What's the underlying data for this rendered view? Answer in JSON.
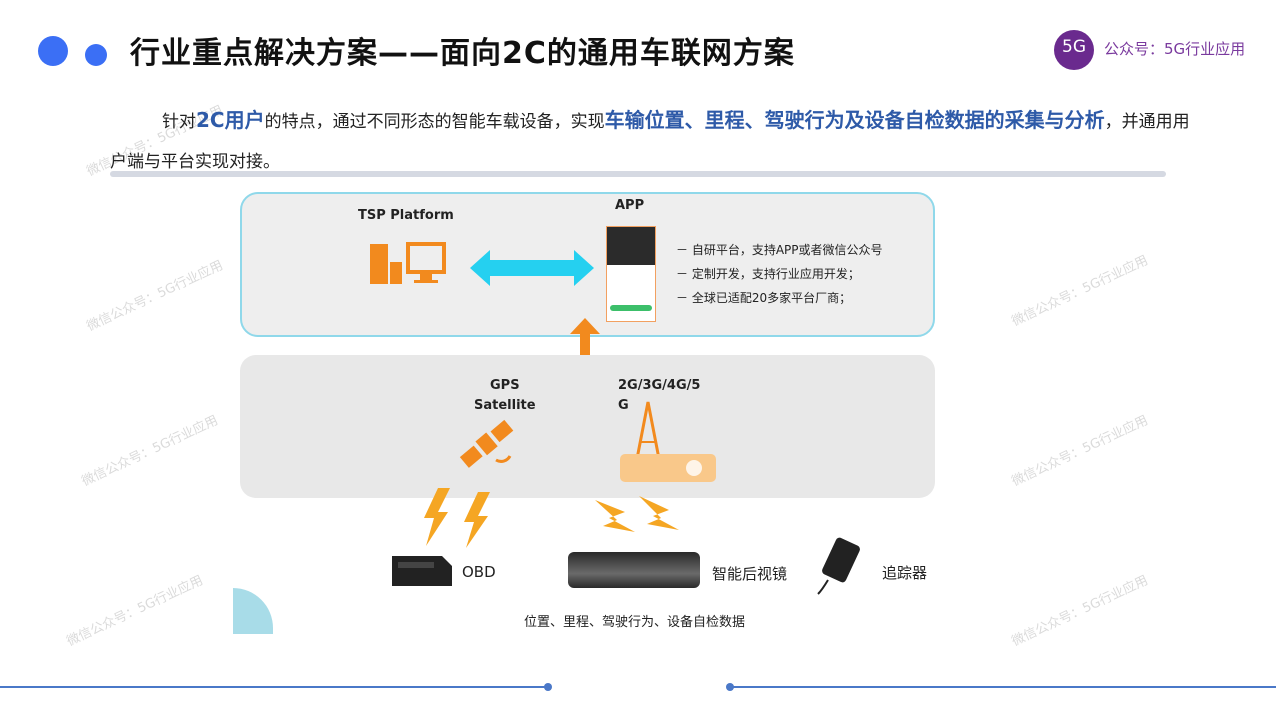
{
  "header": {
    "title": "行业重点解决方案——面向2C的通用车联网方案",
    "logo_text": "5G",
    "brand": "公众号：5G行业应用"
  },
  "intro": {
    "p1": "针对",
    "h1": "2C用户",
    "p2": "的特点，通过不同形态的智能车载设备，实现",
    "h2": "车输位置、里程、驾驶行为及设备自检数据的采集与分析",
    "p3": "，并通用用户端与平台实现对接。"
  },
  "platform": {
    "tsp_label": "TSP  Platform",
    "app_label": "APP",
    "bullets": [
      "－ 自研平台，支持APP或者微信公众号",
      "－ 定制开发，支持行业应用开发；",
      "－ 全球已适配20多家平台厂商；"
    ]
  },
  "network": {
    "gps_label": "GPS\nSatellite",
    "cell_label": "2G/3G/4G/5G"
  },
  "devices": {
    "obd": "OBD",
    "mirror": "智能后视镜",
    "tracker": "追踪器",
    "data_caption": "位置、里程、驾驶行为、设备自检数据"
  },
  "watermark": "微信公众号：5G行业应用",
  "colors": {
    "accent": "#3b6ff5",
    "highlight": "#2e5aa8",
    "orange": "#f28a1e",
    "cyan": "#25d0f0"
  }
}
